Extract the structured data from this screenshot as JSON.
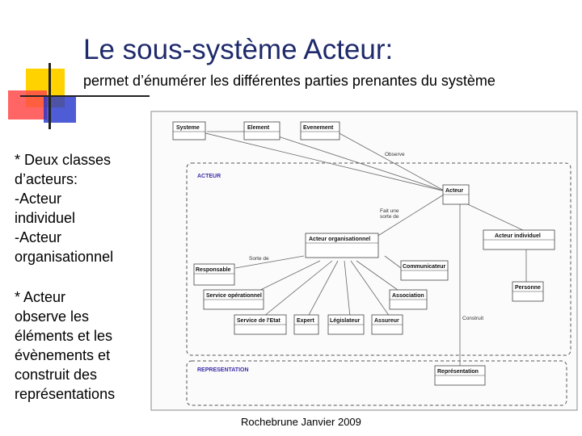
{
  "slide": {
    "title": "Le sous-système Acteur:",
    "subtitle": "permet d’énumérer les différentes parties prenantes du système",
    "bullet1": "* Deux classes\nd’acteurs:\n-Acteur\nindividuel\n-Acteur\norganisationnel",
    "bullet2": "* Acteur\nobserve les\néléments et les\névènements et\nconstruit des\nreprésentations",
    "footer": "Rochebrune Janvier 2009"
  },
  "colors": {
    "title": "#1f2a6b",
    "deco_yellow": "#ffd200",
    "deco_red": "#ff4a4a",
    "deco_blue": "#2233cc",
    "package_label": "#3a2fa8"
  },
  "diagram": {
    "packages": {
      "acteur": "ACTEUR",
      "representation": "REPRESENTATION"
    },
    "classes": {
      "systeme": "Systeme",
      "element": "Element",
      "evenement": "Evenement",
      "acteur": "Acteur",
      "acteur_organisationnel": "Acteur organisationnel",
      "acteur_individuel": "Acteur individuel",
      "responsable": "Responsable",
      "communicateur": "Communicateur",
      "personne": "Personne",
      "service_operationnel": "Service opérationnel",
      "association": "Association",
      "service_etat": "Service de l'Etat",
      "expert": "Expert",
      "legislateur": "Législateur",
      "assureur": "Assureur",
      "representation": "Représentation"
    },
    "relations": {
      "observe": "Observe",
      "fait_partie": "Fait une\nsorte de",
      "sorte_de": "Sorte de",
      "construit": "Construit"
    }
  }
}
